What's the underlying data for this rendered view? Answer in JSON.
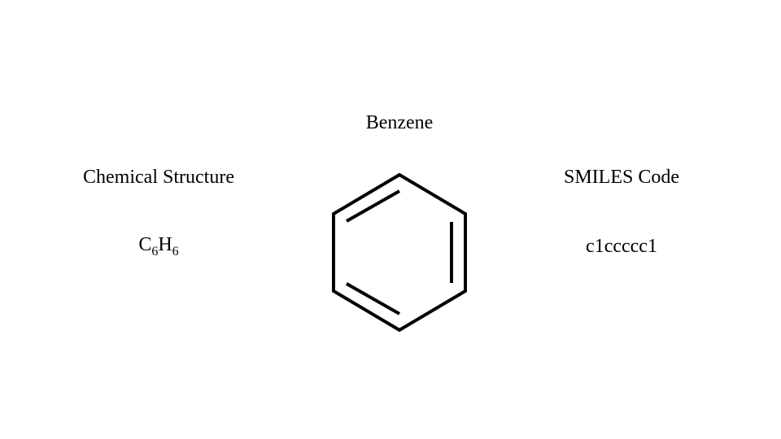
{
  "title": "Benzene",
  "left_panel": {
    "heading": "Chemical Structure",
    "formula": {
      "carbon_symbol": "C",
      "carbon_count": "6",
      "hydrogen_symbol": "H",
      "hydrogen_count": "6"
    }
  },
  "right_panel": {
    "heading": "SMILES Code",
    "smiles": "c1ccccc1"
  },
  "structure": {
    "molecule": "benzene",
    "ring_atoms": 6,
    "double_bonds": 3,
    "stroke_color": "#000000"
  }
}
